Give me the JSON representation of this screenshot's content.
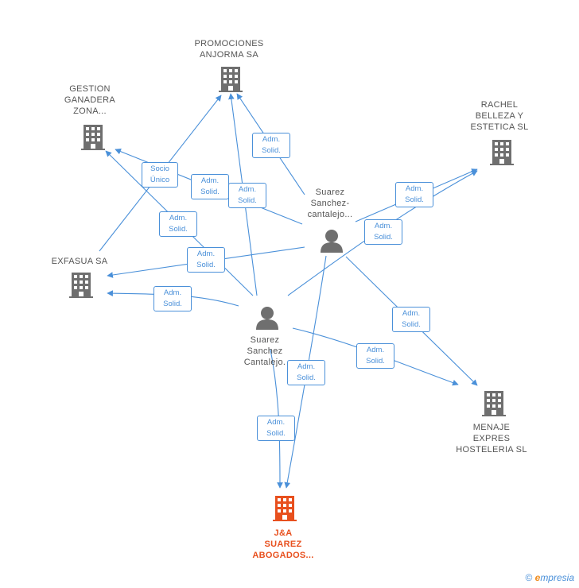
{
  "colors": {
    "edge": "#4a90d9",
    "company_icon": "#6f6f6f",
    "primary_icon": "#e8501e",
    "person_icon": "#6f6f6f"
  },
  "nodes": {
    "promociones": {
      "kind": "company",
      "label": [
        "PROMOCIONES",
        "ANJORMA SA"
      ]
    },
    "gestion": {
      "kind": "company",
      "label": [
        "GESTION",
        "GANADERA",
        "ZONA..."
      ]
    },
    "rachel": {
      "kind": "company",
      "label": [
        "RACHEL",
        "BELLEZA Y",
        "ESTETICA SL"
      ]
    },
    "exfasua": {
      "kind": "company",
      "label": [
        "EXFASUA SA"
      ]
    },
    "menaje": {
      "kind": "company",
      "label": [
        "MENAJE",
        "EXPRES",
        "HOSTELERIA SL"
      ]
    },
    "ja": {
      "kind": "primary-company",
      "label": [
        "J&A",
        "SUAREZ",
        "ABOGADOS..."
      ]
    },
    "person1": {
      "kind": "person",
      "label": [
        "Suarez",
        "Sanchez-",
        "cantalejo..."
      ]
    },
    "person2": {
      "kind": "person",
      "label": [
        "Suarez",
        "Sanchez",
        "Cantalejo."
      ]
    }
  },
  "edge_labels": {
    "e1": [
      "Adm.",
      "Solid."
    ],
    "e2": [
      "Socio",
      "Único"
    ],
    "e3": [
      "Adm.",
      "Solid."
    ],
    "e4": [
      "Adm.",
      "Solid."
    ],
    "e5": [
      "Adm.",
      "Solid."
    ],
    "e6": [
      "Adm.",
      "Solid."
    ],
    "e7": [
      "Adm.",
      "Solid."
    ],
    "e8": [
      "Adm.",
      "Solid."
    ],
    "e9": [
      "Adm.",
      "Solid."
    ],
    "e10": [
      "Adm.",
      "Solid."
    ],
    "e11": [
      "Adm.",
      "Solid."
    ],
    "e12": [
      "Adm.",
      "Solid."
    ],
    "e13": [
      "Adm.",
      "Solid."
    ]
  },
  "footer": {
    "copyright": "©",
    "brand_initial": "e",
    "brand_rest": "mpresia"
  }
}
